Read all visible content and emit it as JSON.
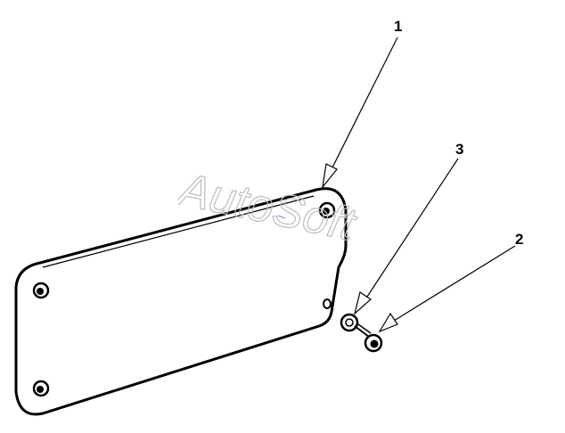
{
  "watermark": {
    "text": "AutoSoft"
  },
  "callouts": {
    "one": "1",
    "two": "2",
    "three": "3"
  },
  "colors": {
    "ink": "#000000",
    "watermark_stroke": "#bdbdbd",
    "background": "#ffffff"
  }
}
